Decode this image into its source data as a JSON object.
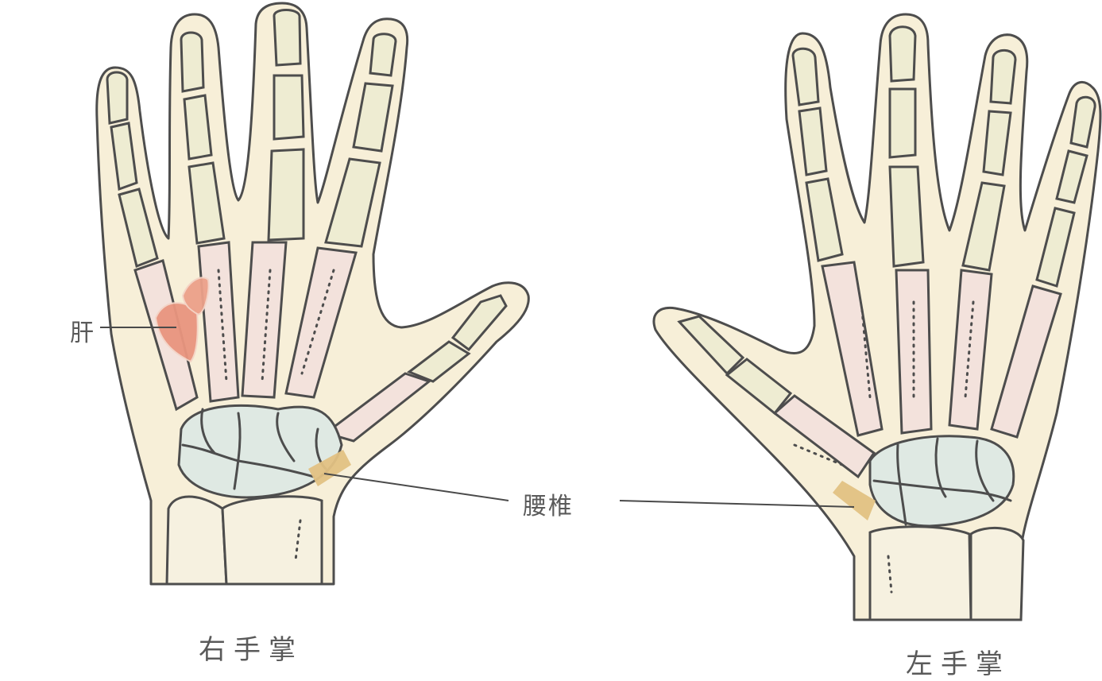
{
  "figure": {
    "title": "Hand reflex zones - palm view",
    "colors": {
      "ink": "#4d4d4d",
      "skin": "#f7efd8",
      "phalanx": "#eeecd2",
      "metacarpal": "#f3e2dc",
      "carpal": "#dfe9e3",
      "forearm": "#f6f1e0",
      "liver_zone": "#e9957f",
      "lumbar_zone": "#e2c183",
      "background": "#ffffff"
    }
  },
  "labels": {
    "liver": "肝",
    "lumbar": "腰椎"
  },
  "captions": {
    "right_palm": "右手掌",
    "left_palm": "左手掌"
  },
  "zones": [
    {
      "name": "liver",
      "hand": "right",
      "color_key": "liver_zone"
    },
    {
      "name": "lumbar",
      "hand": "right",
      "color_key": "lumbar_zone"
    },
    {
      "name": "lumbar",
      "hand": "left",
      "color_key": "lumbar_zone"
    }
  ]
}
